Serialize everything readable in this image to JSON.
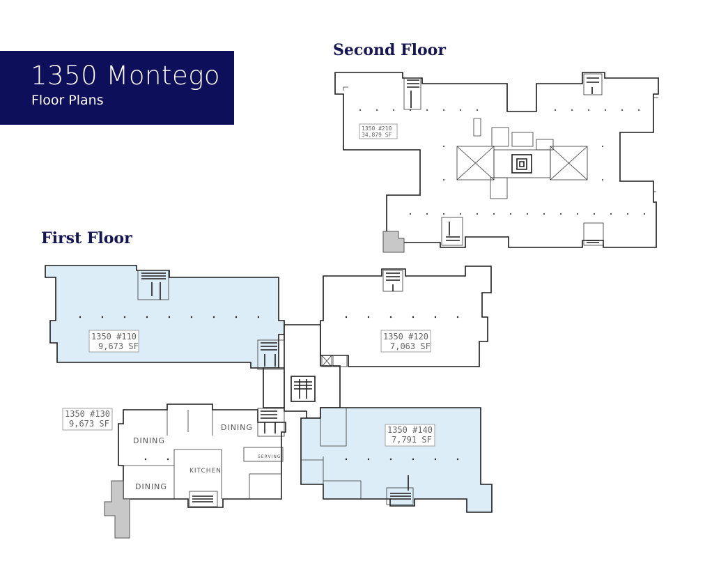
{
  "title": {
    "main": "1350 Montego",
    "sub": "Floor Plans"
  },
  "floors": {
    "second": {
      "heading": "Second Floor"
    },
    "first": {
      "heading": "First Floor"
    }
  },
  "units": {
    "u210": {
      "name": "1350 #210",
      "area": "34,879 SF"
    },
    "u110": {
      "name": "1350 #110",
      "area": "9,673 SF"
    },
    "u120": {
      "name": "1350 #120",
      "area": "7,063 SF"
    },
    "u130": {
      "name": "1350 #130",
      "area": "9,673 SF"
    },
    "u140": {
      "name": "1350 #140",
      "area": "7,791 SF"
    }
  },
  "rooms": {
    "dining_1": "DINING",
    "dining_2": "DINING",
    "dining_3": "DINING",
    "kitchen": "KITCHEN",
    "serving": "SERVING"
  },
  "colors": {
    "title_bg": "#0d0f5a",
    "heading": "#141552",
    "highlight_unit": "#ddedf8"
  }
}
